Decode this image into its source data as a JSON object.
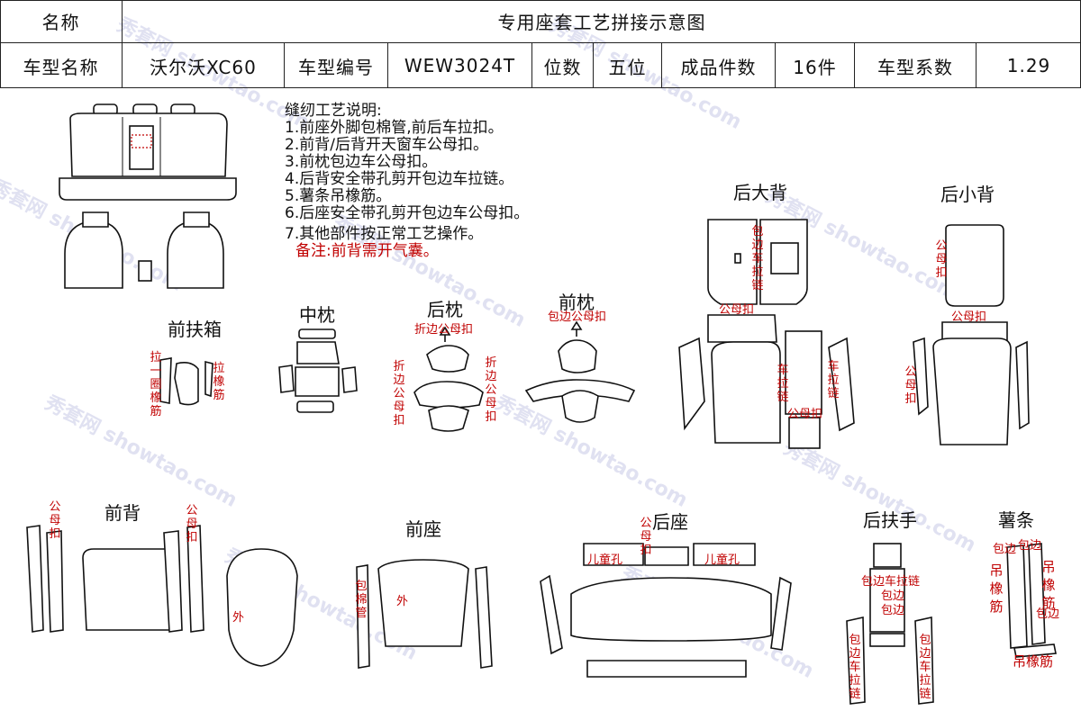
{
  "header": {
    "name_label": "名称",
    "title": "专用座套工艺拼接示意图",
    "model_name_label": "车型名称",
    "model_name": "沃尔沃XC60",
    "model_code_label": "车型编号",
    "model_code": "WEW3024T",
    "seats_label": "位数",
    "seats": "五位",
    "pieces_label": "成品件数",
    "pieces": "16件",
    "coef_label": "车型系数",
    "coef": "1.29"
  },
  "notes": {
    "title": "缝纫工艺说明:",
    "items": [
      "1.前座外脚包棉管,前后车拉扣。",
      "2.前背/后背开天窗车公母扣。",
      "3.前枕包边车公母扣。",
      "4.后背安全带孔剪开包边车拉链。",
      "5.薯条吊橡筋。",
      "6.后座安全带孔剪开包边车公母扣。",
      "7.其他部件按正常工艺操作。"
    ],
    "remark": "备注:前背需开气囊。"
  },
  "sections": {
    "front_armrest": "前扶箱",
    "middle_pillow": "中枕",
    "rear_pillow": "后枕",
    "front_pillow": "前枕",
    "rear_big_back": "后大背",
    "rear_small_back": "后小背",
    "front_back": "前背",
    "front_seat": "前座",
    "rear_seat": "后座",
    "rear_armrest": "后扶手",
    "fries": "薯条"
  },
  "annotations": {
    "pull_loop_elastic": "拉一圈橡筋",
    "pull_elastic": "拉橡筋",
    "fold_snap": "折边公母扣",
    "fold": "折边",
    "snap": "公母扣",
    "snap_v": "公母扣",
    "edge_snap": "包边公母扣",
    "edge_zip": "包边车拉链",
    "zip": "车拉链",
    "snap2": "公母扣",
    "snap3": "公母扣",
    "outside": "外",
    "cotton_tube": "包棉管",
    "child_hole1": "儿童孔",
    "child_hole2": "儿童孔",
    "snap4": "公母扣",
    "edge_zip2": "包边车拉链",
    "edge": "包边",
    "hang_elastic": "吊橡筋",
    "snap_mid": "公母扣",
    "edge_zip_v": "包边车拉链"
  },
  "watermark": "秀套网 showtao.com"
}
